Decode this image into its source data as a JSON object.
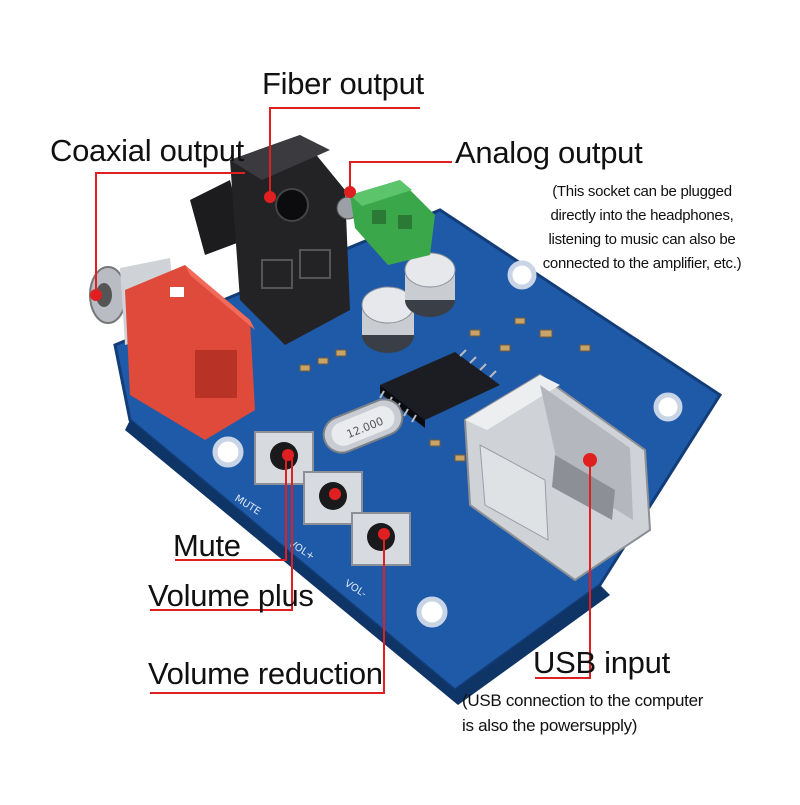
{
  "labels": {
    "fiber_output": "Fiber output",
    "coaxial_output": "Coaxial output",
    "analog_output": "Analog output",
    "analog_note": [
      "(This socket can be plugged",
      "directly into the headphones,",
      "listening to music can also be",
      "connected to the amplifier, etc.)"
    ],
    "mute": "Mute",
    "volume_plus": "Volume plus",
    "volume_reduction": "Volume reduction",
    "usb_input": "USB input",
    "usb_note": [
      "(USB connection to the computer",
      "is also the powersupply)"
    ]
  },
  "silkscreen": {
    "mute": "MUTE",
    "vol_plus": "VOL+",
    "vol_minus": "VOL-",
    "crystal": "12.000"
  },
  "colors": {
    "board": "#1f5aa8",
    "callout_line": "#e02020",
    "coax_socket": "#e04a3a",
    "analog_jack": "#3aa84a"
  }
}
